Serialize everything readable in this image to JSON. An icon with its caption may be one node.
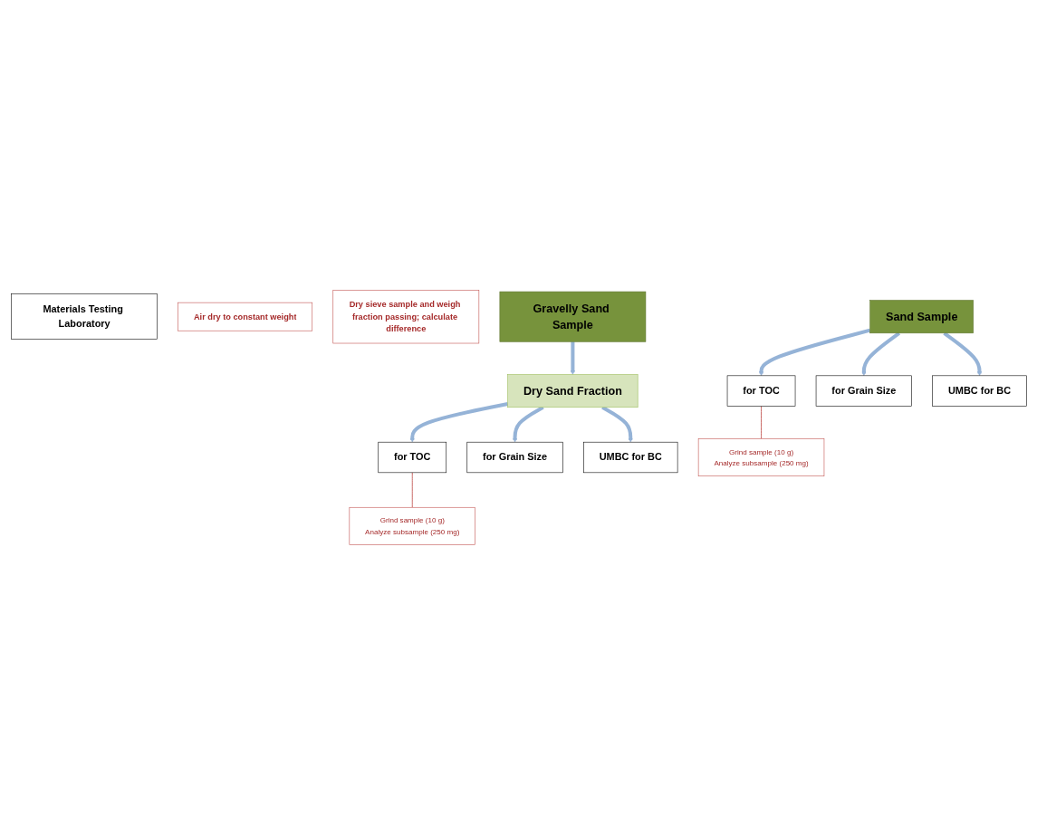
{
  "diagram": {
    "nodes": [
      {
        "text": [
          "Gravelly Sand Sample"
        ]
      },
      {
        "text": [
          "Materials Testing Laboratory"
        ]
      },
      {
        "text": [
          "Air dry to constant weight"
        ]
      },
      {
        "text": [
          "Dry sieve sample and weigh fraction passing; calculate difference"
        ]
      },
      {
        "text": [
          "Dry Sand Fraction"
        ]
      },
      {
        "text": [
          "for TOC"
        ]
      },
      {
        "text": [
          "for Grain Size"
        ]
      },
      {
        "text": [
          "UMBC for BC"
        ]
      },
      {
        "text": [
          "Grind sample (10 g)",
          "Analyze subsample (250 mg)"
        ]
      },
      {
        "text": [
          "Sand Sample"
        ]
      },
      {
        "text": [
          "for TOC"
        ]
      },
      {
        "text": [
          "for Grain Size"
        ]
      },
      {
        "text": [
          "UMBC for BC"
        ]
      },
      {
        "text": [
          "Grind sample (10 g)",
          "Analyze subsample (250 mg)"
        ]
      }
    ],
    "edges": [
      {
        "from": 0,
        "to": 4,
        "arrow": "to"
      },
      {
        "from": 4,
        "to": 5,
        "arrow": "to"
      },
      {
        "from": 4,
        "to": 6,
        "arrow": "to"
      },
      {
        "from": 4,
        "to": 7,
        "arrow": "to"
      },
      {
        "from": 5,
        "to": 8,
        "arrow": "none",
        "color": "#c0504d"
      },
      {
        "from": 9,
        "to": 10,
        "arrow": "to"
      },
      {
        "from": 9,
        "to": 11,
        "arrow": "to"
      },
      {
        "from": 9,
        "to": 12,
        "arrow": "to"
      },
      {
        "from": 10,
        "to": 13,
        "arrow": "none",
        "color": "#c0504d"
      }
    ]
  }
}
